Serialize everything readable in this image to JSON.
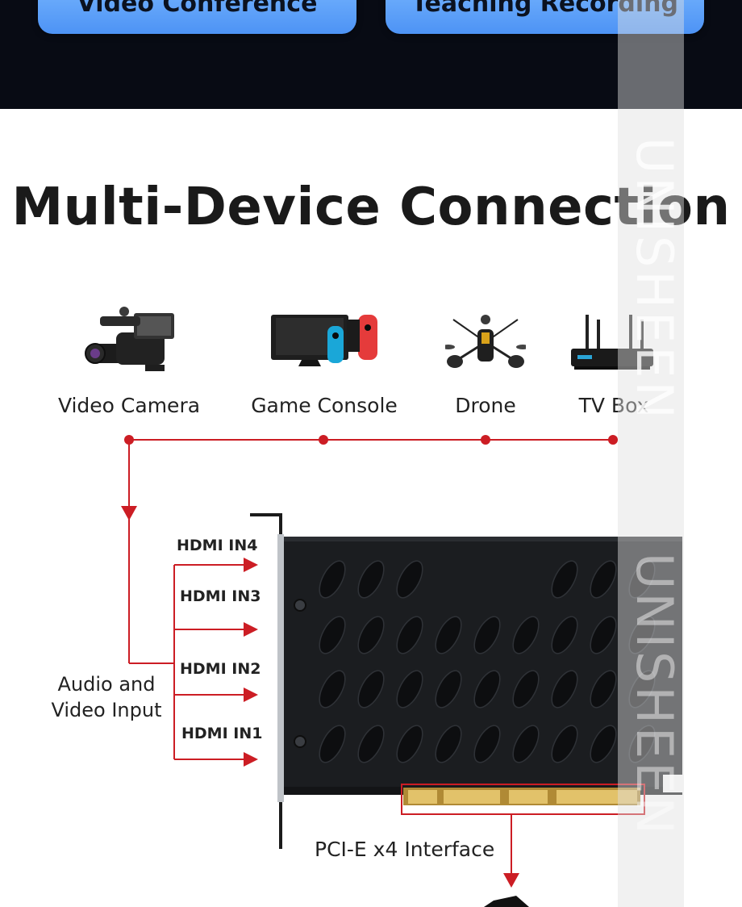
{
  "top_band": {
    "left_pill": "Video Conference",
    "right_pill": "Teaching Recording"
  },
  "title": "Multi-Device Connection",
  "devices": [
    {
      "label": "Video Camera",
      "icon": "video-camera-icon"
    },
    {
      "label": "Game Console",
      "icon": "game-console-icon"
    },
    {
      "label": "Drone",
      "icon": "drone-icon"
    },
    {
      "label": "TV Box",
      "icon": "tv-box-icon"
    }
  ],
  "card": {
    "ports": [
      "HDMI IN4",
      "HDMI IN3",
      "HDMI IN2",
      "HDMI IN1"
    ],
    "input_label": "Audio and Video Input",
    "interface_label": "PCI-E x4 Interface"
  },
  "watermark": "UNISHEEN",
  "colors": {
    "connector_red": "#cc1d24",
    "band_dark": "#080b14",
    "pill_blue": "#5a9df7",
    "card_black": "#1b1d20",
    "gold_fingers": "#d8b55a"
  }
}
